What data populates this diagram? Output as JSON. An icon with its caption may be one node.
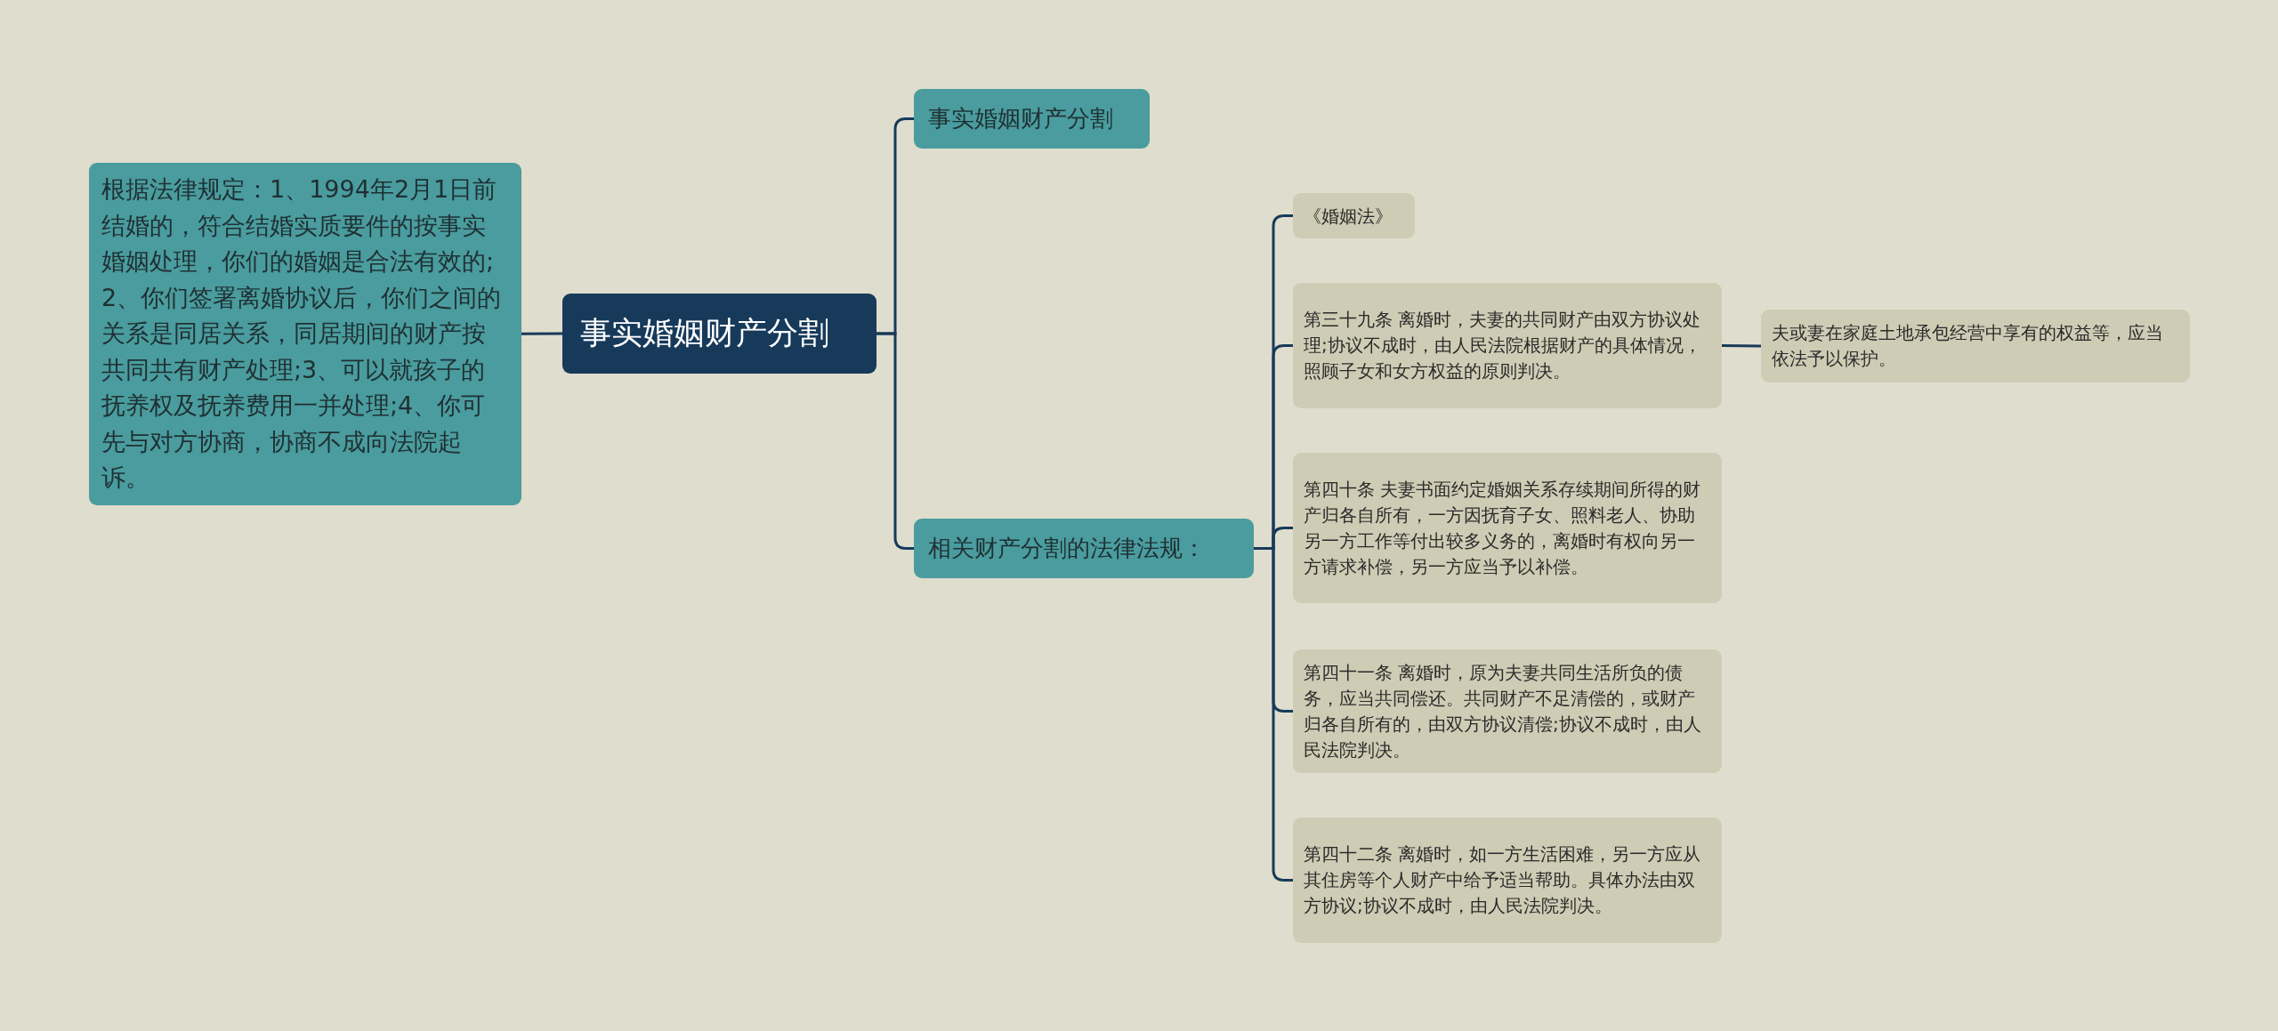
{
  "diagram": {
    "nodes": [
      {
        "text": [
          "事实婚姻财产分割"
        ]
      },
      {
        "text": [
          "根据法律规定：1、1994年2月1日前结婚的，符合结婚实质要件的按事实婚姻处理，你们的婚姻是合法有效的;2、你们签署离婚协议后，你们之间的关系是同居关系，同居期间的财产按共同共有财产处理;3、可以就孩子的抚养权及抚养费用一并处理;4、你可先与对方协商，协商不成向法院起诉。"
        ]
      },
      {
        "text": [
          "事实婚姻财产分割"
        ]
      },
      {
        "text": [
          "相关财产分割的法律法规："
        ]
      },
      {
        "text": [
          "《婚姻法》"
        ]
      },
      {
        "text": [
          "第三十九条 离婚时，夫妻的共同财产由双方协议处理;协议不成时，由人民法院根据财产的具体情况，照顾子女和女方权益的原则判决。"
        ]
      },
      {
        "text": [
          "夫或妻在家庭土地承包经营中享有的权益等，应当依法予以保护。"
        ]
      },
      {
        "text": [
          "第四十条 夫妻书面约定婚姻关系存续期间所得的财产归各自所有，一方因抚育子女、照料老人、协助另一方工作等付出较多义务的，离婚时有权向另一方请求补偿，另一方应当予以补偿。"
        ]
      },
      {
        "text": [
          "第四十一条 离婚时，原为夫妻共同生活所负的债务，应当共同偿还。共同财产不足清偿的，或财产归各自所有的，由双方协议清偿;协议不成时，由人民法院判决。"
        ]
      },
      {
        "text": [
          "第四十二条 离婚时，如一方生活困难，另一方应从其住房等个人财产中给予适当帮助。具体办法由双方协议;协议不成时，由人民法院判决。"
        ]
      }
    ],
    "edges": [
      {
        "from": 0,
        "to": 1,
        "arrow": "none"
      },
      {
        "from": 0,
        "to": 2,
        "arrow": "none"
      },
      {
        "from": 0,
        "to": 3,
        "arrow": "none"
      },
      {
        "from": 3,
        "to": 4,
        "arrow": "none"
      },
      {
        "from": 3,
        "to": 5,
        "arrow": "none"
      },
      {
        "from": 5,
        "to": 6,
        "arrow": "none"
      },
      {
        "from": 3,
        "to": 7,
        "arrow": "none"
      },
      {
        "from": 3,
        "to": 8,
        "arrow": "none"
      },
      {
        "from": 3,
        "to": 9,
        "arrow": "none"
      }
    ]
  }
}
